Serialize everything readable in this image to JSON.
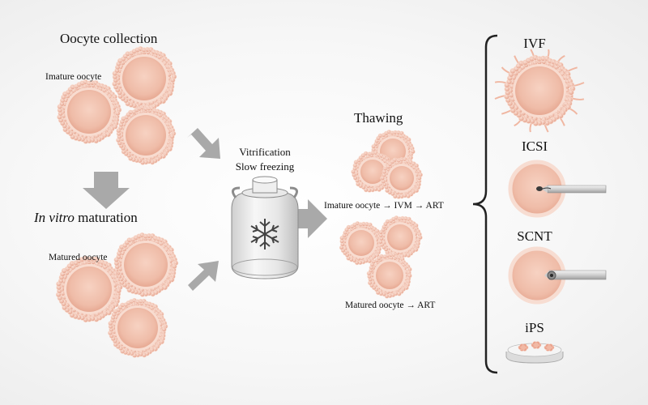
{
  "left": {
    "collection_title": "Oocyte collection",
    "immature_label": "Imature oocyte",
    "maturation_italic": "In vitro",
    "maturation_rest": " maturation",
    "matured_label": "Matured oocyte"
  },
  "center": {
    "vitrification": "Vitrification",
    "slow_freezing": "Slow freezing",
    "tank_symbol": "snowflake-icon"
  },
  "thawing": {
    "title": "Thawing",
    "immature_path": "Imature oocyte → IVM → ART",
    "matured_path": "Matured oocyte → ART"
  },
  "applications": [
    {
      "label": "IVF"
    },
    {
      "label": "ICSI"
    },
    {
      "label": "SCNT"
    },
    {
      "label": "iPS"
    }
  ],
  "colors": {
    "cell_fill": "#f2c4b2",
    "cell_ring": "#f6d9cc",
    "cumulus": "#e9a892",
    "arrow": "#a9a9a9",
    "bracket": "#222222"
  }
}
